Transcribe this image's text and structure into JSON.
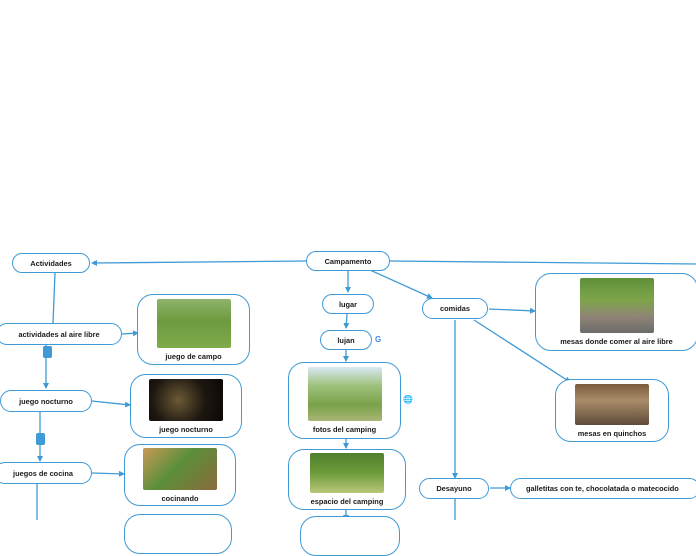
{
  "root": "Campamento",
  "actividades": "Actividades",
  "actividades_aire_libre": "actividades al aire libre",
  "juego_de_campo": "juego de campo",
  "juego_nocturno": "juego nocturno",
  "juego_nocturno_card": "juego nocturno",
  "juegos_de_cocina": "juegos de cocina",
  "cocinando": "cocinando",
  "lugar": "lugar",
  "lujan": "lujan",
  "fotos_del_camping": "fotos del camping",
  "espacio_del_camping": "espacio del camping",
  "comidas": "comidas",
  "mesas_aire_libre": "mesas donde comer al aire libre",
  "mesas_quinchos": "mesas en quinchos",
  "desayuno": "Desayuno",
  "galletitas": "galletitas con te, chocolatada o matecocido",
  "icons": {
    "google": "google-icon",
    "globe": "globe-icon"
  },
  "colors": {
    "connector": "#3f9ad6",
    "node_border": "#3f9ad6"
  }
}
